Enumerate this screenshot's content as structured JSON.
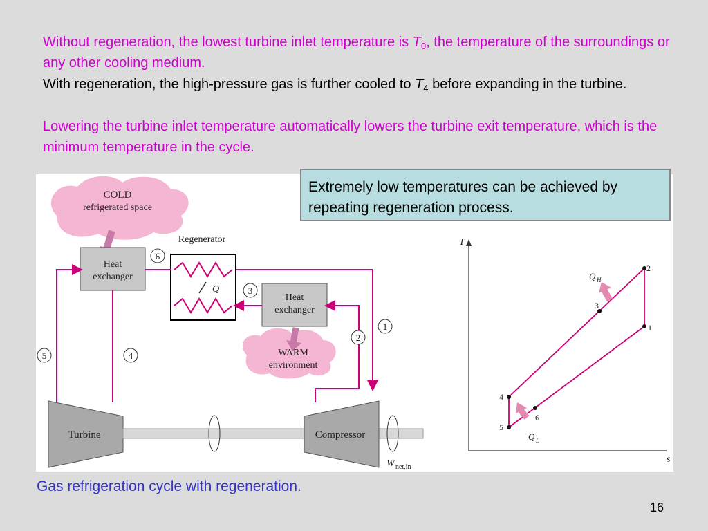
{
  "paragraphs": {
    "p1": {
      "pre": "Without regeneration, the lowest turbine inlet temperature is ",
      "var": "T",
      "sub": "0",
      "post": ", the temperature of the surroundings or any other cooling medium."
    },
    "p2": {
      "pre": "With regeneration, the high-pressure gas is further cooled to ",
      "var": "T",
      "sub": "4",
      "post": " before expanding in the turbine."
    },
    "p3": {
      "text": "Lowering the turbine inlet temperature automatically lowers the turbine exit temperature, which is the minimum temperature in the cycle."
    }
  },
  "callout": "Extremely low temperatures can be achieved by repeating regeneration process.",
  "caption": "Gas refrigeration cycle with regeneration.",
  "page_number": "16",
  "colors": {
    "magenta_text": "#cc00cc",
    "caption_blue": "#3333cc",
    "flow_line": "#cc0077",
    "callout_bg": "#b7dde0",
    "cloud": "#f4b6d2"
  },
  "schematic": {
    "cold_cloud_line1": "COLD",
    "cold_cloud_line2": "refrigerated space",
    "warm_cloud_line1": "WARM",
    "warm_cloud_line2": "environment",
    "heat_exchanger_left_1": "Heat",
    "heat_exchanger_left_2": "exchanger",
    "heat_exchanger_right_1": "Heat",
    "heat_exchanger_right_2": "exchanger",
    "regenerator": "Regenerator",
    "q_label": "Q",
    "turbine": "Turbine",
    "compressor": "Compressor",
    "work_main": "W",
    "work_sub": "net,in",
    "states": [
      "1",
      "2",
      "3",
      "4",
      "5",
      "6"
    ]
  },
  "ts_diagram": {
    "y_axis": "T",
    "x_axis": "s",
    "qh_main": "Q",
    "qh_sub": "H",
    "ql_main": "Q",
    "ql_sub": "L",
    "points": [
      "1",
      "2",
      "3",
      "4",
      "5",
      "6"
    ]
  }
}
